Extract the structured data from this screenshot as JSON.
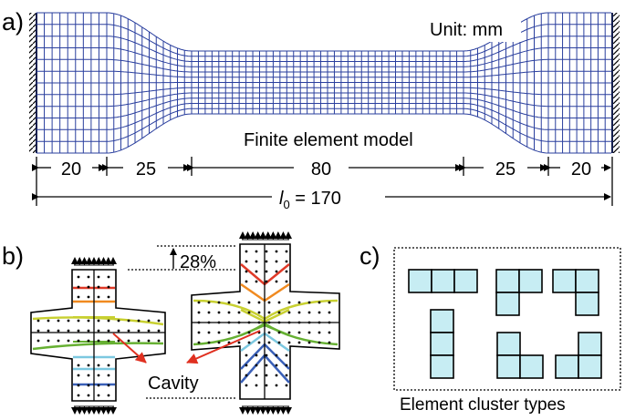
{
  "panel_a": {
    "label": "a)",
    "unit_text": "Unit: mm",
    "caption": "Finite element model",
    "dims": [
      "20",
      "25",
      "80",
      "25",
      "20"
    ],
    "total_symbol": "l",
    "total_sub": "0",
    "total_value": " = 170",
    "mesh_color": "#2a3f9e"
  },
  "panel_b": {
    "label": "b)",
    "strain_text": "28%",
    "cavity_text": "Cavity",
    "arrow_color": "#e03020",
    "band_colors": [
      "#e03a28",
      "#f08a20",
      "#c8d030",
      "#66b032",
      "#7cc8e0",
      "#3a60b8"
    ]
  },
  "panel_c": {
    "label": "c)",
    "caption": "Element cluster types",
    "cell_color": "#c7edf3"
  }
}
